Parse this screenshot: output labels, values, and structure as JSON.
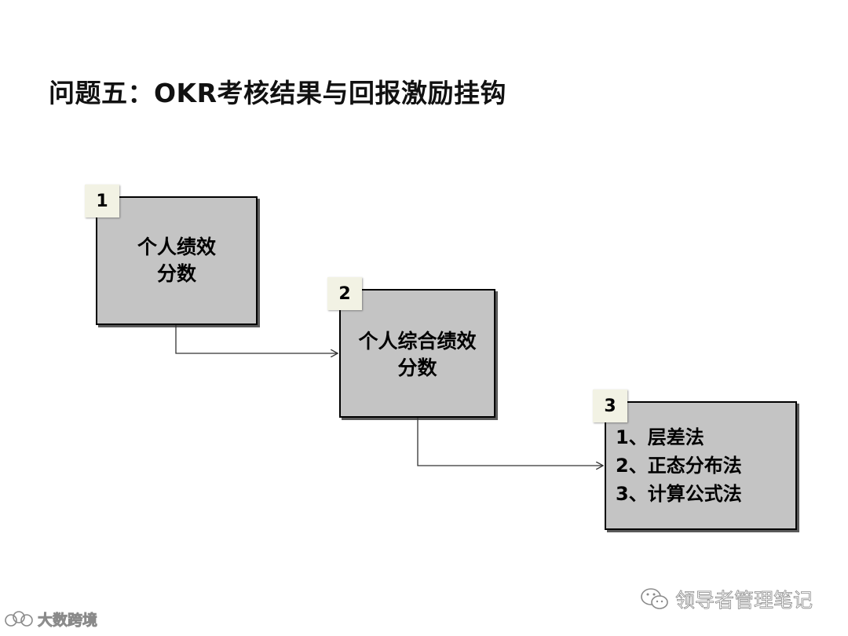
{
  "title": "问题五：OKR考核结果与回报激励挂钩",
  "steps": [
    {
      "number": "1",
      "lines": [
        "个人绩效",
        "分数"
      ]
    },
    {
      "number": "2",
      "lines": [
        "个人综合绩效",
        "分数"
      ]
    },
    {
      "number": "3",
      "lines": [
        "1、层差法",
        "2、正态分布法",
        "3、计算公式法"
      ]
    }
  ],
  "watermarks": {
    "left": "大数跨境",
    "right": "领导者管理笔记",
    "left_icon": "cloud-logo-icon",
    "right_icon": "wechat-icon"
  },
  "colors": {
    "box_fill": "#c4c4c4",
    "badge_fill": "#f2f2e4",
    "border": "#000000",
    "connector": "#333333"
  }
}
